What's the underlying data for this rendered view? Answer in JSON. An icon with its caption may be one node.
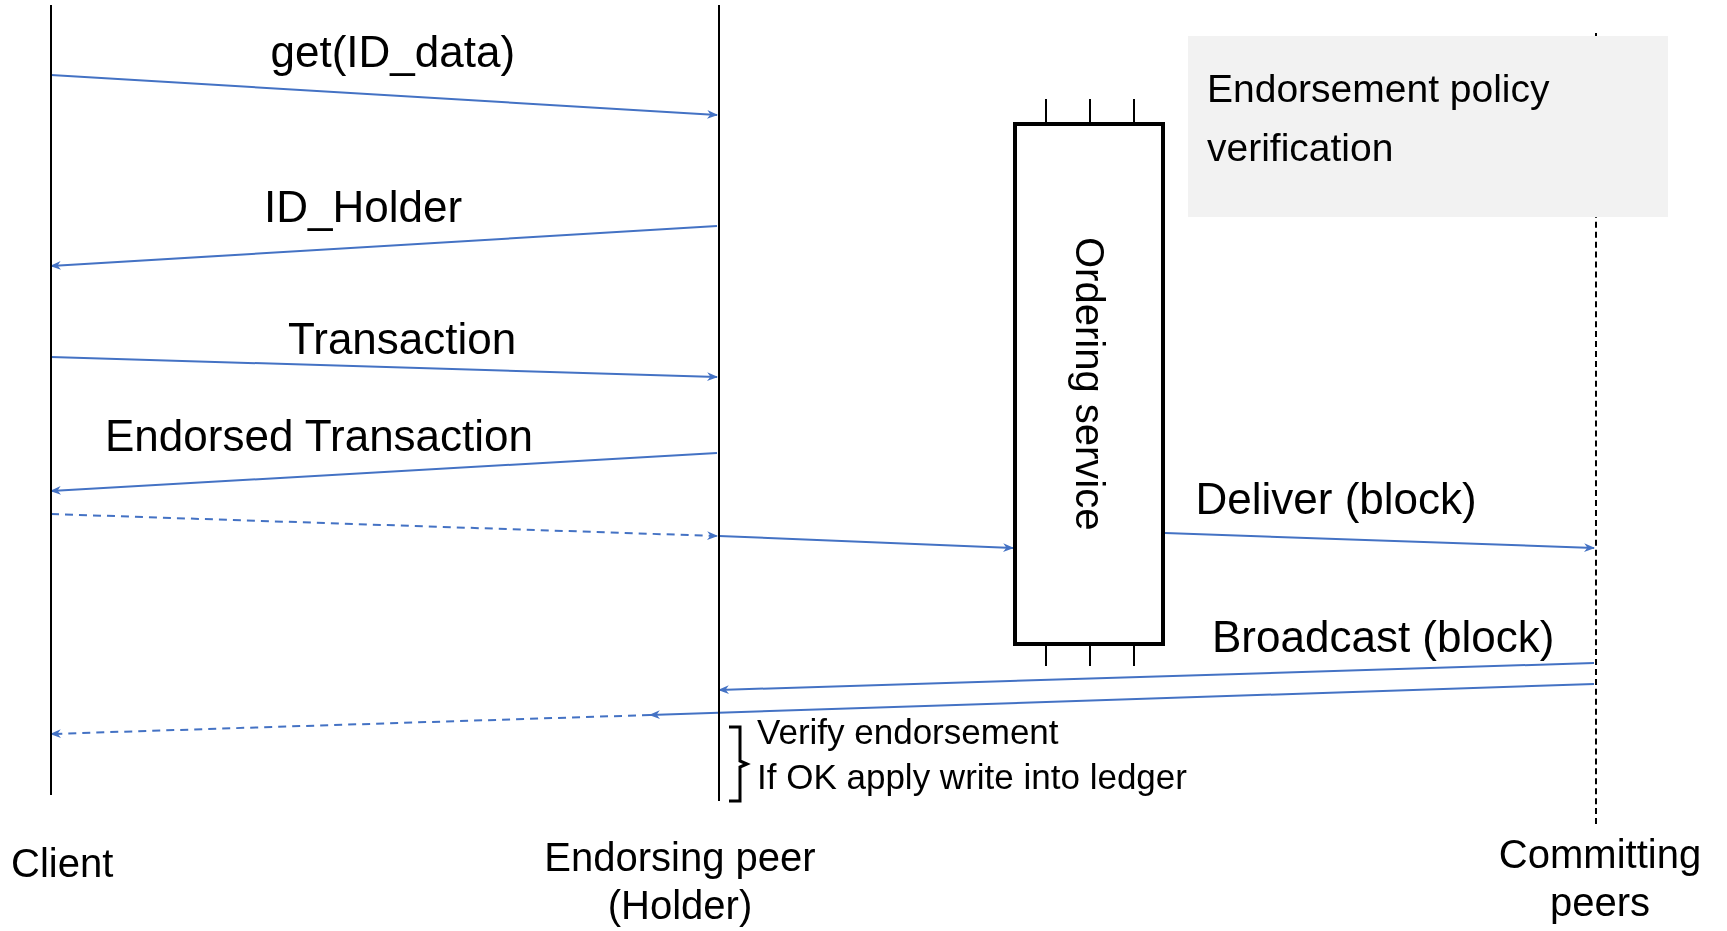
{
  "diagram": {
    "nodes": [
      {
        "text": [],
        "shape": "line",
        "beside": [
          "Client"
        ]
      },
      {
        "text": [],
        "shape": "line",
        "beside": [
          "Endorsing peer (Holder)"
        ]
      },
      {
        "text": [
          "Ordering service"
        ]
      },
      {
        "text": [
          "Endorsement policy verification"
        ]
      },
      {
        "text": [],
        "shape": "line",
        "beside": [
          "Committing peers"
        ]
      }
    ],
    "edges": [
      {
        "from": 0,
        "to": 1,
        "arrow": "to",
        "label": "get(ID_data)"
      },
      {
        "from": 1,
        "to": 0,
        "arrow": "to",
        "label": "ID_Holder"
      },
      {
        "from": 0,
        "to": 1,
        "arrow": "to",
        "label": "Transaction"
      },
      {
        "from": 1,
        "to": 0,
        "arrow": "to",
        "label": "Endorsed Transaction"
      },
      {
        "from": 0,
        "to": 1,
        "arrow": "to",
        "style": "dashed"
      },
      {
        "from": 1,
        "to": 2,
        "arrow": "to"
      },
      {
        "from": 2,
        "to": 4,
        "arrow": "to",
        "label": "Deliver (block)"
      },
      {
        "from": 4,
        "to": 1,
        "arrow": "to",
        "label": "Broadcast (block)"
      },
      {
        "from": 4,
        "to": null,
        "arrow": "to"
      },
      {
        "from": null,
        "to": 0,
        "arrow": "to",
        "style": "dashed"
      }
    ],
    "labels": [
      "Verify endorsement",
      "If OK apply write into ledger"
    ]
  }
}
